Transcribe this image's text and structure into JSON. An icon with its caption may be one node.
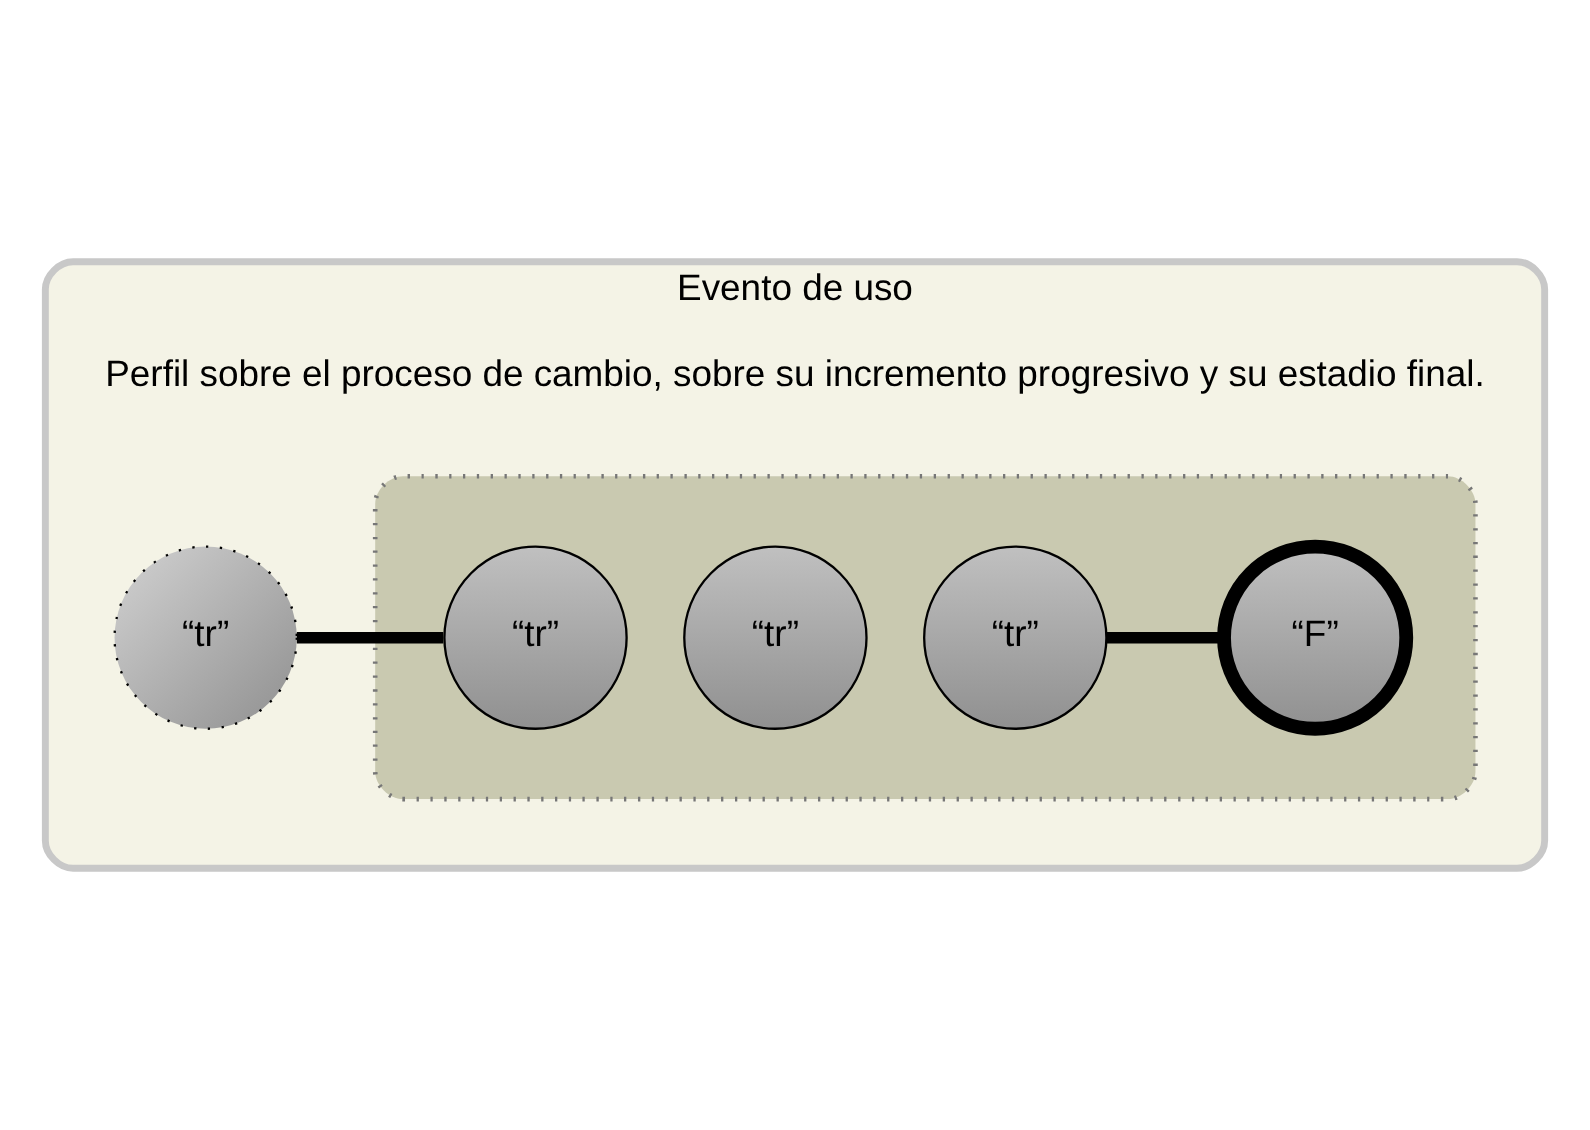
{
  "diagram": {
    "nodes": [
      {
        "text": [
          "Evento de uso",
          "Perfil sobre el proceso de cambio, sobre su incremento progresivo y su estadio final."
        ]
      },
      {
        "text": [],
        "shape": "box",
        "in": 0
      },
      {
        "text": [
          "“tr”"
        ],
        "in": 0
      },
      {
        "text": [
          "“tr”"
        ],
        "in": 1
      },
      {
        "text": [
          "“tr”"
        ],
        "in": 1
      },
      {
        "text": [
          "“tr”"
        ],
        "in": 1
      },
      {
        "text": [
          "“F”"
        ],
        "in": 1
      }
    ],
    "edges": [
      {
        "from": 2,
        "to": 3,
        "arrow": "none"
      },
      {
        "from": 5,
        "to": 6,
        "arrow": "none"
      }
    ]
  }
}
